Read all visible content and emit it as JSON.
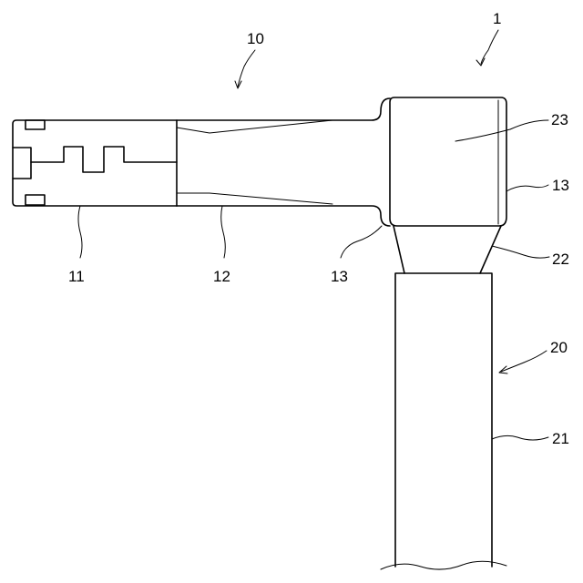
{
  "figure": {
    "labels": {
      "assembly": "1",
      "terminal": "10",
      "terminal_connection_part": "11",
      "terminal_barrel_part": "12",
      "flange_left": "13",
      "flange_right": "13",
      "electric_wire": "20",
      "wire_sheath": "21",
      "taper_part": "22",
      "cover_part": "23"
    }
  }
}
